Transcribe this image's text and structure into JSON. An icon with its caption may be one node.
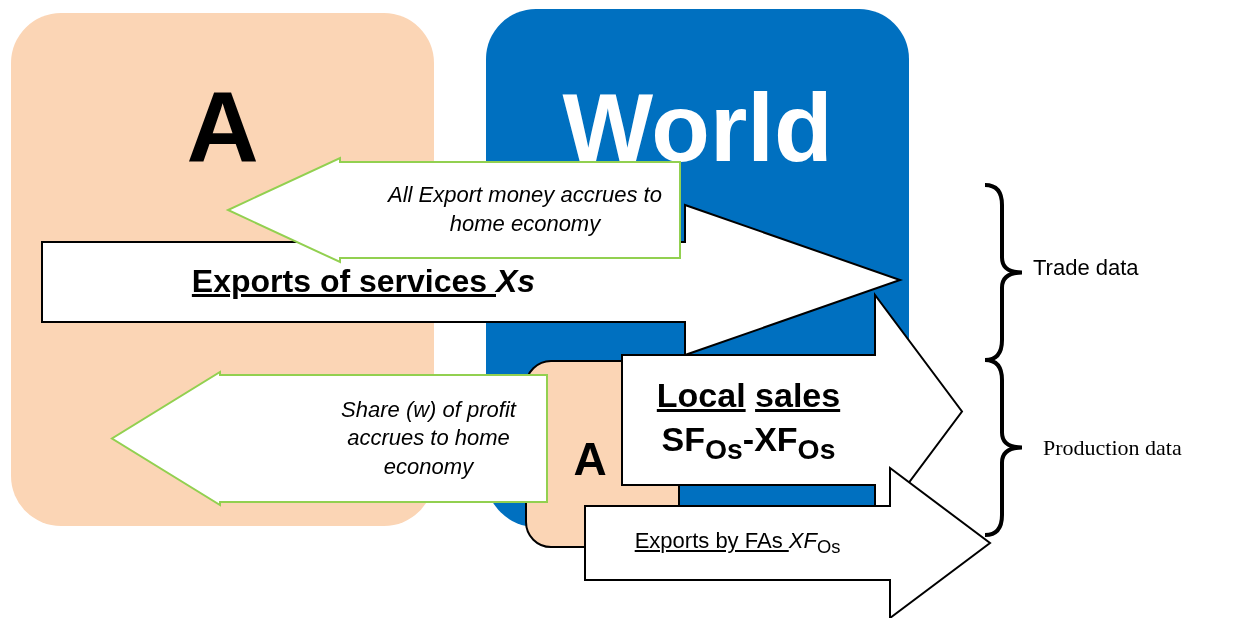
{
  "diagram": {
    "nodes": [
      {
        "text": [
          "A"
        ]
      },
      {
        "text": [
          "World"
        ]
      },
      {
        "text": [
          "A"
        ]
      }
    ],
    "edges": [
      {
        "from": 1,
        "to": 0,
        "arrow": "to",
        "label": "All Export money accrues to home economy",
        "color": "#92d050"
      },
      {
        "from": 0,
        "to": 1,
        "arrow": "to",
        "label": "Exports of services *Xs*"
      },
      {
        "from": 2,
        "to": 0,
        "arrow": "to",
        "label": "Share (w) of profit accrues to home economy",
        "color": "#92d050"
      },
      {
        "from": 2,
        "to": null,
        "arrow": "to",
        "label": "Local sales SF$_{Os}$-XF$_{Os}$"
      },
      {
        "from": 2,
        "to": null,
        "arrow": "to",
        "label": "Exports by FAs *XF*$_{Os}$"
      }
    ],
    "labels": [
      "Trade data",
      "Production data"
    ]
  }
}
